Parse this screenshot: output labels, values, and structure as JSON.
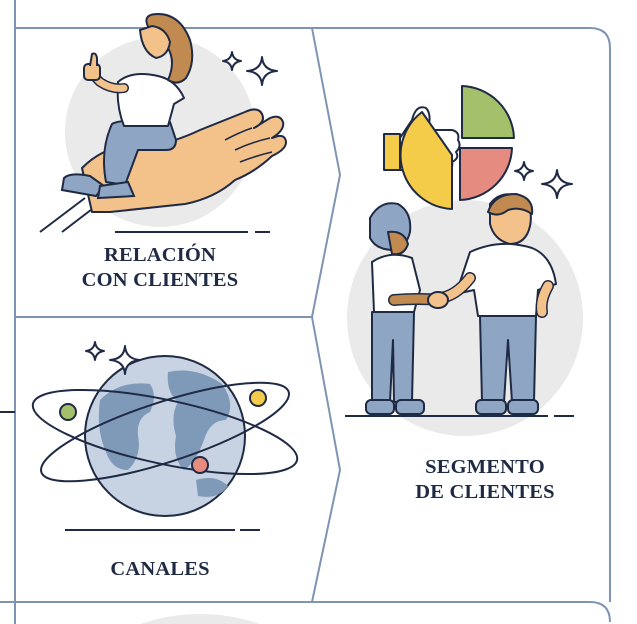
{
  "blocks": {
    "relacion": {
      "line1": "RELACIÓN",
      "line2": "CON CLIENTES"
    },
    "canales": {
      "title": "CANALES"
    },
    "segmento": {
      "line1": "SEGMENTO",
      "line2": "DE CLIENTES"
    }
  },
  "colors": {
    "frame": "#7d95b3",
    "outline": "#1f2a44",
    "circle_bg": "#eaeaea",
    "jeans": "#8ea5c3",
    "skin": "#f2c28a",
    "hair": "#c08a50",
    "yellow": "#f5cc4a",
    "green": "#a3c06a",
    "coral": "#e58b80",
    "ocean": "#c7d3e2",
    "land": "#7f99b8"
  },
  "icons": [
    "thumbs-up-icon",
    "pie-chart-icon",
    "sparkle-icon",
    "globe-icon",
    "handshake-icon"
  ]
}
